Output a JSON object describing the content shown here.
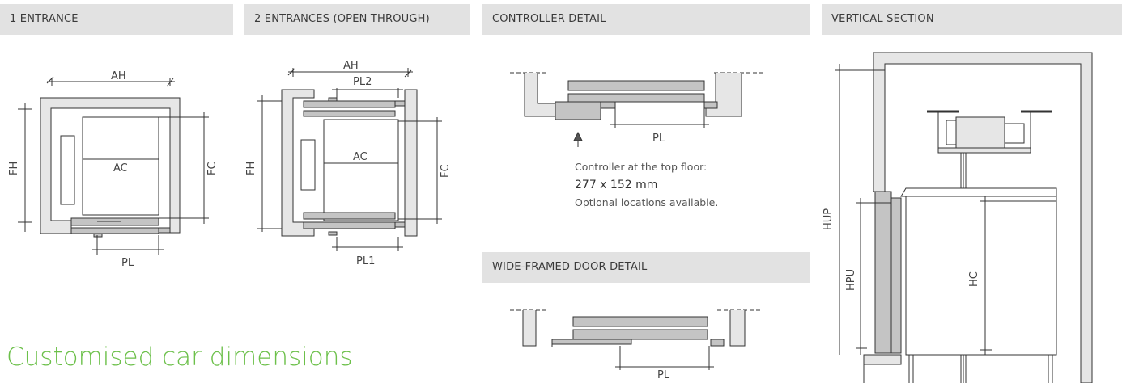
{
  "headers": {
    "one_entrance": "1 ENTRANCE",
    "two_entrances": "2 ENTRANCES (OPEN THROUGH)",
    "controller_detail": "CONTROLLER DETAIL",
    "vertical_section": "VERTICAL SECTION",
    "wide_framed": "WIDE-FRAMED DOOR DETAIL"
  },
  "labels": {
    "ah": "AH",
    "fh": "FH",
    "ac": "AC",
    "fc": "FC",
    "pl": "PL",
    "pl1": "PL1",
    "pl2": "PL2",
    "hup": "HUP",
    "hpu": "HPU",
    "hc": "HC"
  },
  "controller": {
    "line1": "Controller at the top floor:",
    "line2": "277 x 152 mm",
    "line3": "Optional locations available."
  },
  "title": "Customised car dimensions",
  "colors": {
    "accent": "#6cc04a",
    "wall": "#e6e6e6",
    "door": "#c4c4c4",
    "header": "#e2e2e2",
    "line": "#333333"
  }
}
